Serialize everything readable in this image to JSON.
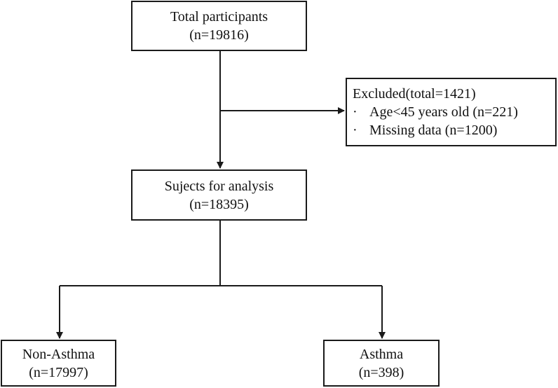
{
  "flowchart": {
    "total": {
      "line1": "Total participants",
      "line2": "(n=19816)"
    },
    "excluded": {
      "title": "Excluded(total=1421)",
      "items": [
        {
          "bullet": "·",
          "text": "Age<45 years old (n=221)"
        },
        {
          "bullet": "·",
          "text": "Missing data (n=1200)"
        }
      ]
    },
    "subjects": {
      "line1": "Sujects for analysis",
      "line2": "(n=18395)"
    },
    "non_asthma": {
      "line1": "Non-Asthma",
      "line2": "(n=17997)"
    },
    "asthma": {
      "line1": "Asthma",
      "line2": "(n=398)"
    }
  },
  "colors": {
    "line": "#1a1a1a",
    "background": "#ffffff"
  }
}
